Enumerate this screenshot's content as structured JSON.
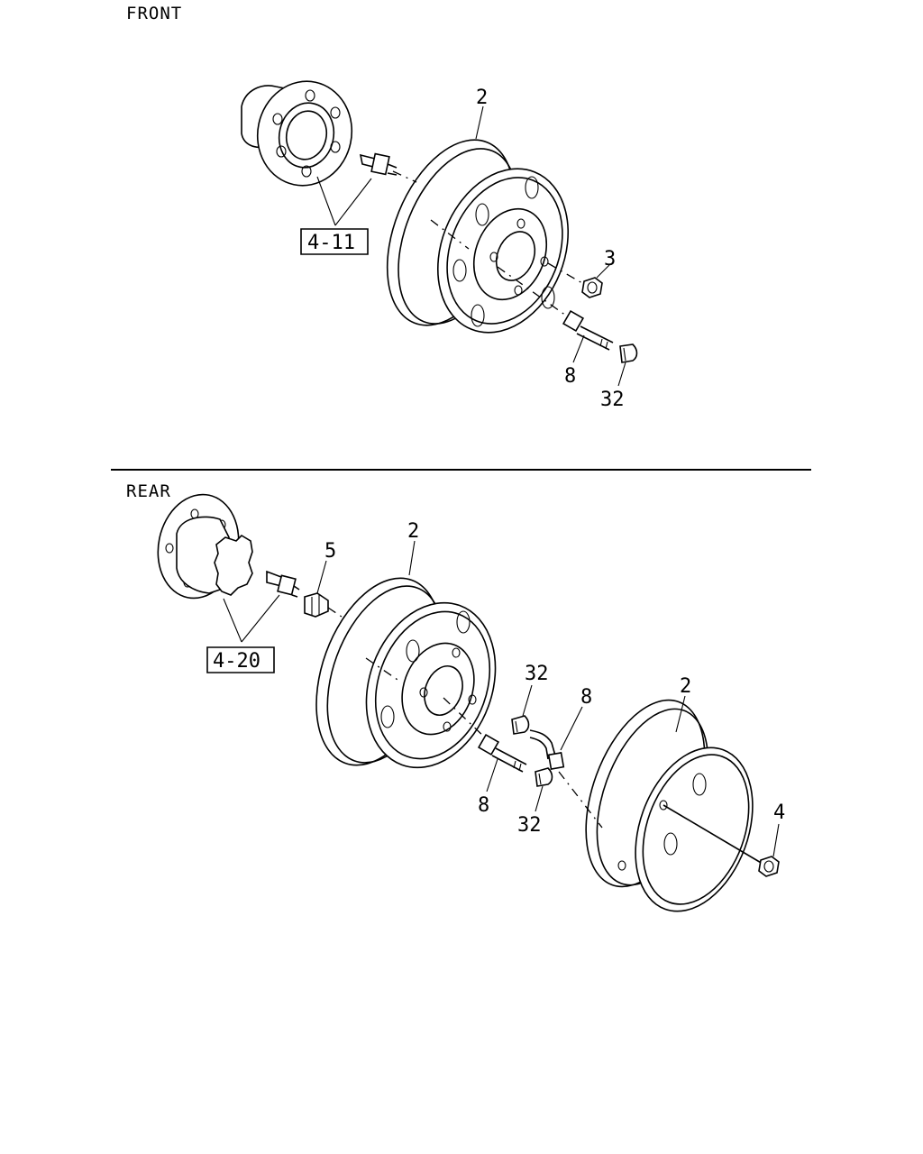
{
  "sections": {
    "front": {
      "title": "FRONT"
    },
    "rear": {
      "title": "REAR"
    }
  },
  "callouts": {
    "front": {
      "wheel": "2",
      "nut": "3",
      "valve": "8",
      "cap": "32",
      "hub_ref": "4-11"
    },
    "rear": {
      "inner_wheel": "2",
      "outer_wheel": "2",
      "inner_nut": "5",
      "outer_nut": "4",
      "valve_inner": "8",
      "valve_outer": "8",
      "cap_inner": "32",
      "cap_outer": "32",
      "hub_ref": "4-20"
    }
  }
}
